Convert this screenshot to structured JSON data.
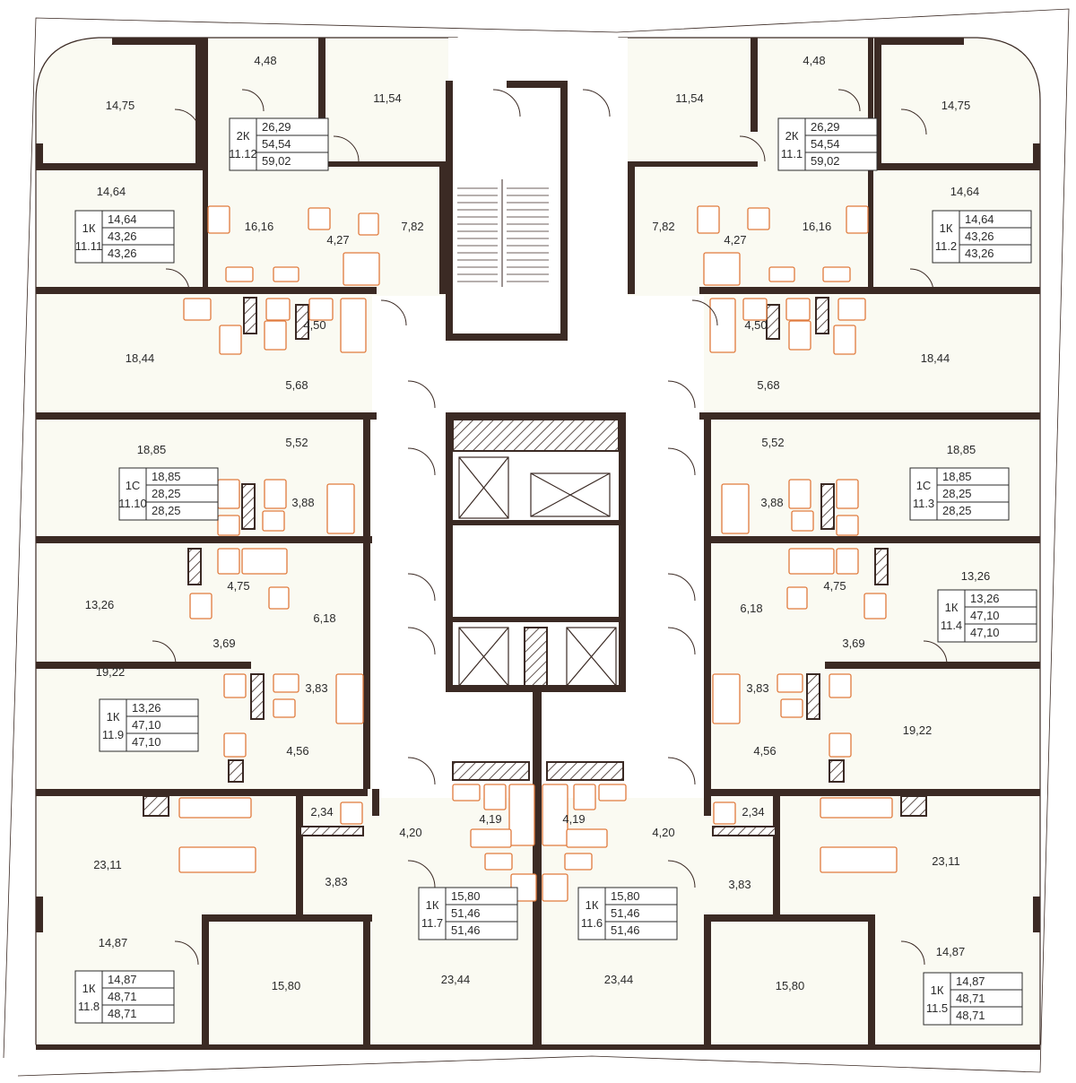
{
  "colors": {
    "wall": "#3b2a24",
    "room_fill": "#fafaf2",
    "fixture": "#e07a3c",
    "outline": "#3b2a24",
    "text": "#2b2b2b"
  },
  "room_areas": {
    "tl_bed": "14,75",
    "tl_bath_top": "4,48",
    "tl_room_top": "11,54",
    "tr_room_top": "11,54",
    "tr_bath_top": "4,48",
    "tr_bed": "14,75",
    "l_1164": "14,64",
    "l_1616": "16,16",
    "l_427": "4,27",
    "l_782": "7,82",
    "r_782": "7,82",
    "r_427": "4,27",
    "r_1616": "16,16",
    "r_1464": "14,64",
    "l_1844": "18,44",
    "l_450": "4,50",
    "l_568": "5,68",
    "r_450": "4,50",
    "r_568": "5,68",
    "r_1844": "18,44",
    "l_1885": "18,85",
    "l_552": "5,52",
    "l_388": "3,88",
    "r_552": "5,52",
    "r_388": "3,88",
    "r_1885": "18,85",
    "l_1326": "13,26",
    "l_475": "4,75",
    "l_618": "6,18",
    "l_369": "3,69",
    "r_1326": "13,26",
    "r_475": "4,75",
    "r_618": "6,18",
    "r_369": "3,69",
    "l_1922": "19,22",
    "l_383a": "3,83",
    "l_456": "4,56",
    "r_383a": "3,83",
    "r_456": "4,56",
    "r_1922": "19,22",
    "l_2311": "23,11",
    "l_234": "2,34",
    "l_420": "4,20",
    "l_419": "4,19",
    "r_419": "4,19",
    "r_420": "4,20",
    "r_234": "2,34",
    "r_2311": "23,11",
    "l_383b": "3,83",
    "r_383b": "3,83",
    "l_1487": "14,87",
    "l_1580": "15,80",
    "l_2344": "23,44",
    "r_2344": "23,44",
    "r_1580": "15,80",
    "r_1487": "14,87"
  },
  "apartments": [
    {
      "type": "2К",
      "number": "11.12",
      "values": [
        "26,29",
        "54,54",
        "59,02"
      ]
    },
    {
      "type": "2К",
      "number": "11.1",
      "values": [
        "26,29",
        "54,54",
        "59,02"
      ]
    },
    {
      "type": "1К",
      "number": "11.11",
      "values": [
        "14,64",
        "43,26",
        "43,26"
      ]
    },
    {
      "type": "1К",
      "number": "11.2",
      "values": [
        "14,64",
        "43,26",
        "43,26"
      ]
    },
    {
      "type": "1С",
      "number": "11.10",
      "values": [
        "18,85",
        "28,25",
        "28,25"
      ]
    },
    {
      "type": "1С",
      "number": "11.3",
      "values": [
        "18,85",
        "28,25",
        "28,25"
      ]
    },
    {
      "type": "1К",
      "number": "11.4",
      "values": [
        "13,26",
        "47,10",
        "47,10"
      ]
    },
    {
      "type": "1К",
      "number": "11.9",
      "values": [
        "13,26",
        "47,10",
        "47,10"
      ]
    },
    {
      "type": "1К",
      "number": "11.7",
      "values": [
        "15,80",
        "51,46",
        "51,46"
      ]
    },
    {
      "type": "1К",
      "number": "11.6",
      "values": [
        "15,80",
        "51,46",
        "51,46"
      ]
    },
    {
      "type": "1К",
      "number": "11.8",
      "values": [
        "14,87",
        "48,71",
        "48,71"
      ]
    },
    {
      "type": "1К",
      "number": "11.5",
      "values": [
        "14,87",
        "48,71",
        "48,71"
      ]
    }
  ]
}
